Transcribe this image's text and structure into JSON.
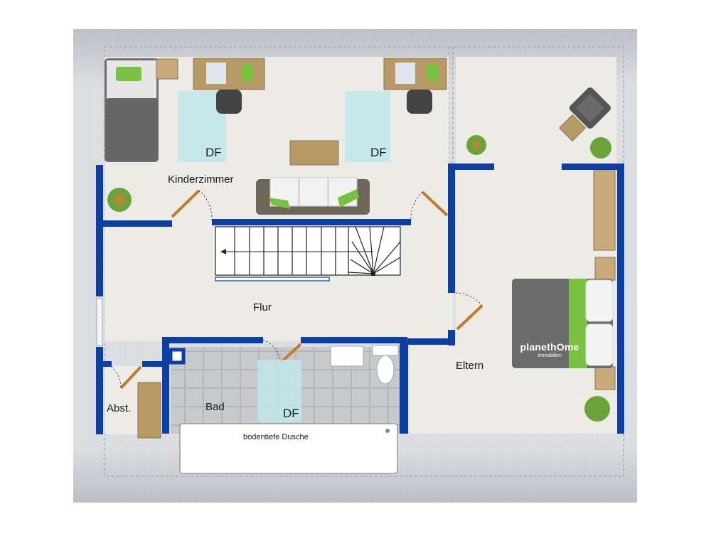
{
  "rooms": {
    "kinderzimmer": "Kinderzimmer",
    "flur": "Flur",
    "eltern": "Eltern",
    "bad": "Bad",
    "abst": "Abst."
  },
  "skylights": [
    "DF",
    "DF",
    "DF"
  ],
  "shower_label": "bodentiefe Dusche",
  "side_watermark": "PlanetHome",
  "logo": {
    "name": "planethOme",
    "tagline": "Immobilien"
  },
  "colors": {
    "wall": "#0b3fa3",
    "roof": "#c7c9cf",
    "floor": "#ecebe6",
    "glass": "#bfe7ea",
    "bed_gray": "#6b6b6b",
    "green": "#7ac142",
    "wood": "#b79a66"
  }
}
